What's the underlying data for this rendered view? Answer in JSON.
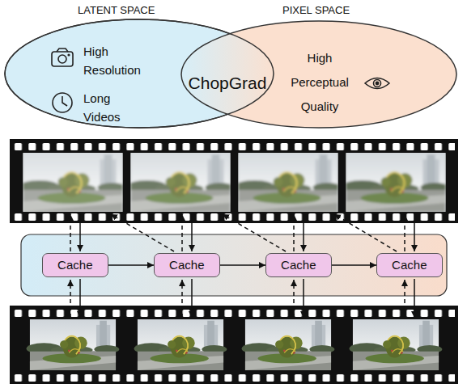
{
  "diagram": {
    "nodes": [
      {
        "text": [
          "LATENT SPACE",
          "High Resolution",
          "Long Videos"
        ]
      },
      {
        "text": [
          "PIXEL SPACE",
          "High Perceptual Quality"
        ]
      },
      {
        "text": [
          "Cache"
        ]
      },
      {
        "text": [
          "Cache"
        ]
      },
      {
        "text": [
          "Cache"
        ]
      },
      {
        "text": [
          "Cache"
        ]
      }
    ],
    "edges": [
      {
        "from": 2,
        "to": 3,
        "arrow": "to"
      },
      {
        "from": 3,
        "to": 4,
        "arrow": "to"
      },
      {
        "from": 4,
        "to": 5,
        "arrow": "to"
      }
    ],
    "labels": [
      "ChopGrad"
    ]
  }
}
